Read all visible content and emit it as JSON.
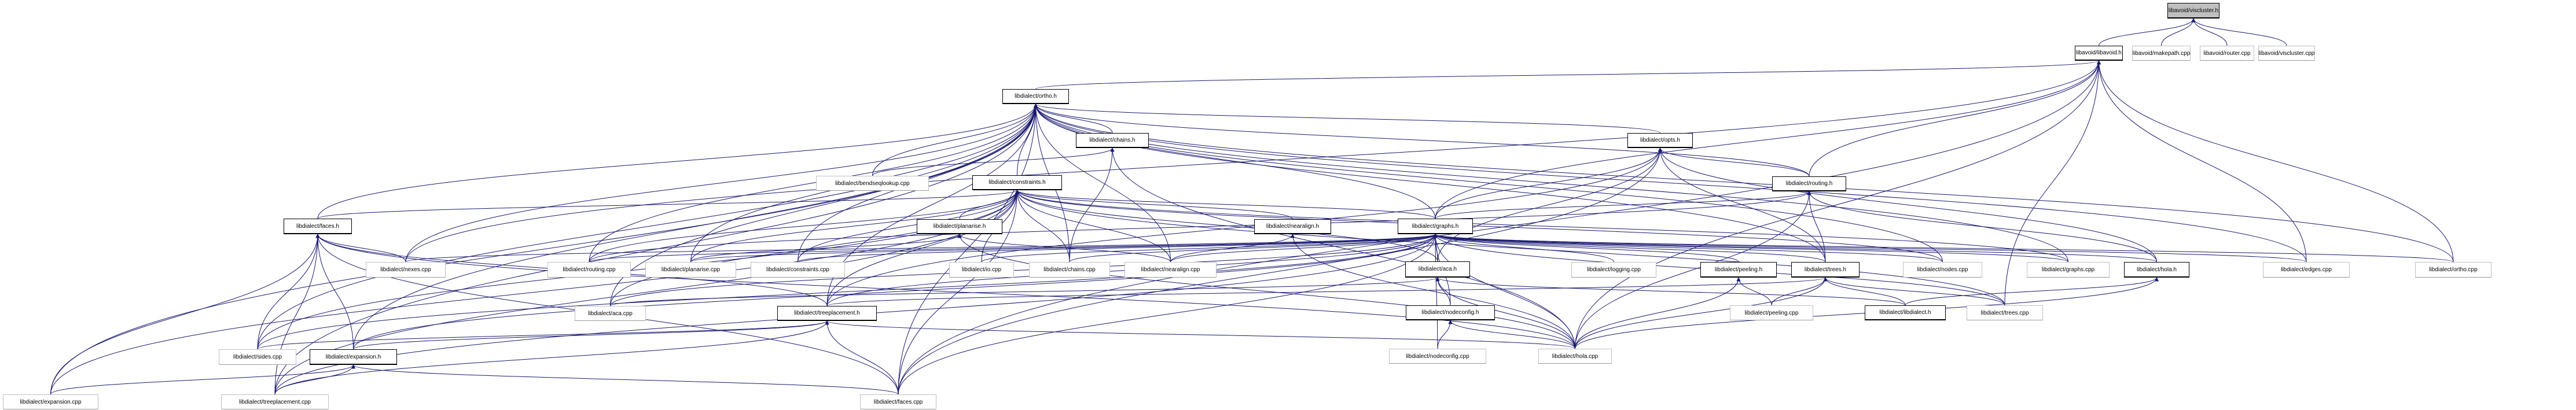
{
  "title": "libavoid/viscluster.h include dependency graph (included by)",
  "colors": {
    "edge": "#191970",
    "root_fill": "#bfbfbf",
    "header_border": "#000000",
    "source_border": "#bfbfbf"
  },
  "nodes": [
    {
      "id": "viscluster_h",
      "label": "libavoid/viscluster.h",
      "kind": "root"
    },
    {
      "id": "libavoid_h",
      "label": "libavoid/libavoid.h",
      "kind": "header"
    },
    {
      "id": "makepath_cpp",
      "label": "libavoid/makepath.cpp",
      "kind": "source"
    },
    {
      "id": "router_cpp",
      "label": "libavoid/router.cpp",
      "kind": "source"
    },
    {
      "id": "viscluster_cpp",
      "label": "libavoid/viscluster.cpp",
      "kind": "source"
    },
    {
      "id": "ortho_h",
      "label": "libdialect/ortho.h",
      "kind": "header"
    },
    {
      "id": "chains_h",
      "label": "libdialect/chains.h",
      "kind": "header"
    },
    {
      "id": "opts_h",
      "label": "libdialect/opts.h",
      "kind": "header"
    },
    {
      "id": "bendseqlookup_cpp",
      "label": "libdialect/bendseqlookup.cpp",
      "kind": "source"
    },
    {
      "id": "constraints_h",
      "label": "libdialect/constraints.h",
      "kind": "header"
    },
    {
      "id": "routing_h",
      "label": "libdialect/routing.h",
      "kind": "header"
    },
    {
      "id": "faces_h",
      "label": "libdialect/faces.h",
      "kind": "header"
    },
    {
      "id": "planarise_h",
      "label": "libdialect/planarise.h",
      "kind": "header"
    },
    {
      "id": "nearalign_h",
      "label": "libdialect/nearalign.h",
      "kind": "header"
    },
    {
      "id": "graphs_h",
      "label": "libdialect/graphs.h",
      "kind": "header"
    },
    {
      "id": "nexes_cpp",
      "label": "libdialect/nexes.cpp",
      "kind": "source"
    },
    {
      "id": "routing_cpp",
      "label": "libdialect/routing.cpp",
      "kind": "source"
    },
    {
      "id": "planarise_cpp",
      "label": "libdialect/planarise.cpp",
      "kind": "source"
    },
    {
      "id": "constraints_cpp",
      "label": "libdialect/constraints.cpp",
      "kind": "source"
    },
    {
      "id": "io_cpp",
      "label": "libdialect/io.cpp",
      "kind": "source"
    },
    {
      "id": "chains_cpp",
      "label": "libdialect/chains.cpp",
      "kind": "source"
    },
    {
      "id": "nearalign_cpp",
      "label": "libdialect/nearalign.cpp",
      "kind": "source"
    },
    {
      "id": "aca_h",
      "label": "libdialect/aca.h",
      "kind": "header"
    },
    {
      "id": "logging_cpp",
      "label": "libdialect/logging.cpp",
      "kind": "source"
    },
    {
      "id": "peeling_h",
      "label": "libdialect/peeling.h",
      "kind": "header"
    },
    {
      "id": "trees_h",
      "label": "libdialect/trees.h",
      "kind": "header"
    },
    {
      "id": "nodes_cpp",
      "label": "libdialect/nodes.cpp",
      "kind": "source"
    },
    {
      "id": "graphs_cpp",
      "label": "libdialect/graphs.cpp",
      "kind": "source"
    },
    {
      "id": "hola_h",
      "label": "libdialect/hola.h",
      "kind": "header"
    },
    {
      "id": "edges_cpp",
      "label": "libdialect/edges.cpp",
      "kind": "source"
    },
    {
      "id": "ortho_cpp",
      "label": "libdialect/ortho.cpp",
      "kind": "source"
    },
    {
      "id": "aca_cpp",
      "label": "libdialect/aca.cpp",
      "kind": "source"
    },
    {
      "id": "treeplacement_h",
      "label": "libdialect/treeplacement.h",
      "kind": "header"
    },
    {
      "id": "nodeconfig_h",
      "label": "libdialect/nodeconfig.h",
      "kind": "header"
    },
    {
      "id": "peeling_cpp",
      "label": "libdialect/peeling.cpp",
      "kind": "source"
    },
    {
      "id": "libdialect_h",
      "label": "libdialect/libdialect.h",
      "kind": "header"
    },
    {
      "id": "trees_cpp",
      "label": "libdialect/trees.cpp",
      "kind": "source"
    },
    {
      "id": "sides_cpp",
      "label": "libdialect/sides.cpp",
      "kind": "source"
    },
    {
      "id": "expansion_h",
      "label": "libdialect/expansion.h",
      "kind": "header"
    },
    {
      "id": "nodeconfig_cpp",
      "label": "libdialect/nodeconfig.cpp",
      "kind": "source"
    },
    {
      "id": "hola_cpp",
      "label": "libdialect/hola.cpp",
      "kind": "source"
    },
    {
      "id": "expansion_cpp",
      "label": "libdialect/expansion.cpp",
      "kind": "source"
    },
    {
      "id": "treeplacement_cpp",
      "label": "libdialect/treeplacement.cpp",
      "kind": "source"
    },
    {
      "id": "faces_cpp",
      "label": "libdialect/faces.cpp",
      "kind": "source"
    }
  ],
  "edges": [
    [
      "libavoid_h",
      "viscluster_h"
    ],
    [
      "makepath_cpp",
      "viscluster_h"
    ],
    [
      "router_cpp",
      "viscluster_h"
    ],
    [
      "viscluster_cpp",
      "viscluster_h"
    ],
    [
      "ortho_h",
      "libavoid_h"
    ],
    [
      "routing_h",
      "libavoid_h"
    ],
    [
      "graphs_h",
      "libavoid_h"
    ],
    [
      "edges_cpp",
      "libavoid_h"
    ],
    [
      "ortho_cpp",
      "libavoid_h"
    ],
    [
      "hola_cpp",
      "libavoid_h"
    ],
    [
      "faces_cpp",
      "libavoid_h"
    ],
    [
      "trees_cpp",
      "libavoid_h"
    ],
    [
      "nexes_cpp",
      "libavoid_h"
    ],
    [
      "chains_h",
      "ortho_h"
    ],
    [
      "opts_h",
      "ortho_h"
    ],
    [
      "constraints_h",
      "ortho_h"
    ],
    [
      "faces_h",
      "ortho_h"
    ],
    [
      "graphs_h",
      "ortho_h"
    ],
    [
      "routing_h",
      "ortho_h"
    ],
    [
      "trees_h",
      "ortho_h"
    ],
    [
      "bendseqlookup_cpp",
      "ortho_h"
    ],
    [
      "chains_cpp",
      "ortho_h"
    ],
    [
      "nearalign_cpp",
      "ortho_h"
    ],
    [
      "constraints_cpp",
      "ortho_h"
    ],
    [
      "planarise_cpp",
      "ortho_h"
    ],
    [
      "routing_cpp",
      "ortho_h"
    ],
    [
      "nexes_cpp",
      "ortho_h"
    ],
    [
      "sides_cpp",
      "ortho_h"
    ],
    [
      "expansion_h",
      "ortho_h"
    ],
    [
      "treeplacement_h",
      "ortho_h"
    ],
    [
      "expansion_cpp",
      "ortho_h"
    ],
    [
      "treeplacement_cpp",
      "ortho_h"
    ],
    [
      "faces_cpp",
      "ortho_h"
    ],
    [
      "nodes_cpp",
      "ortho_h"
    ],
    [
      "graphs_cpp",
      "ortho_h"
    ],
    [
      "ortho_cpp",
      "ortho_h"
    ],
    [
      "edges_cpp",
      "ortho_h"
    ],
    [
      "aca_cpp",
      "ortho_h"
    ],
    [
      "bendseqlookup_cpp",
      "chains_h"
    ],
    [
      "chains_cpp",
      "chains_h"
    ],
    [
      "hola_cpp",
      "chains_h"
    ],
    [
      "graphs_h",
      "opts_h"
    ],
    [
      "routing_h",
      "opts_h"
    ],
    [
      "trees_h",
      "opts_h"
    ],
    [
      "hola_h",
      "opts_h"
    ],
    [
      "faces_cpp",
      "opts_h"
    ],
    [
      "aca_h",
      "opts_h"
    ],
    [
      "treeplacement_h",
      "opts_h"
    ],
    [
      "faces_h",
      "constraints_h"
    ],
    [
      "planarise_h",
      "constraints_h"
    ],
    [
      "nearalign_h",
      "constraints_h"
    ],
    [
      "graphs_h",
      "constraints_h"
    ],
    [
      "routing_cpp",
      "constraints_h"
    ],
    [
      "planarise_cpp",
      "constraints_h"
    ],
    [
      "constraints_cpp",
      "constraints_h"
    ],
    [
      "io_cpp",
      "constraints_h"
    ],
    [
      "chains_cpp",
      "constraints_h"
    ],
    [
      "nearalign_cpp",
      "constraints_h"
    ],
    [
      "aca_h",
      "constraints_h"
    ],
    [
      "graphs_cpp",
      "constraints_h"
    ],
    [
      "nodes_cpp",
      "constraints_h"
    ],
    [
      "treeplacement_h",
      "constraints_h"
    ],
    [
      "sides_cpp",
      "constraints_h"
    ],
    [
      "expansion_cpp",
      "constraints_h"
    ],
    [
      "treeplacement_cpp",
      "constraints_h"
    ],
    [
      "faces_cpp",
      "constraints_h"
    ],
    [
      "trees_cpp",
      "constraints_h"
    ],
    [
      "aca_cpp",
      "constraints_h"
    ],
    [
      "graphs_h",
      "routing_h"
    ],
    [
      "trees_h",
      "routing_h"
    ],
    [
      "hola_h",
      "routing_h"
    ],
    [
      "routing_cpp",
      "routing_h"
    ],
    [
      "hola_cpp",
      "routing_h"
    ],
    [
      "nexes_cpp",
      "faces_h"
    ],
    [
      "sides_cpp",
      "faces_h"
    ],
    [
      "expansion_h",
      "faces_h"
    ],
    [
      "treeplacement_h",
      "faces_h"
    ],
    [
      "expansion_cpp",
      "faces_h"
    ],
    [
      "treeplacement_cpp",
      "faces_h"
    ],
    [
      "faces_cpp",
      "faces_h"
    ],
    [
      "hola_cpp",
      "faces_h"
    ],
    [
      "planarise_cpp",
      "planarise_h"
    ],
    [
      "nearalign_cpp",
      "planarise_h"
    ],
    [
      "hola_cpp",
      "planarise_h"
    ],
    [
      "nearalign_cpp",
      "nearalign_h"
    ],
    [
      "hola_cpp",
      "nearalign_h"
    ],
    [
      "aca_h",
      "graphs_h"
    ],
    [
      "peeling_h",
      "graphs_h"
    ],
    [
      "trees_h",
      "graphs_h"
    ],
    [
      "logging_cpp",
      "graphs_h"
    ],
    [
      "nodes_cpp",
      "graphs_h"
    ],
    [
      "graphs_cpp",
      "graphs_h"
    ],
    [
      "hola_h",
      "graphs_h"
    ],
    [
      "edges_cpp",
      "graphs_h"
    ],
    [
      "ortho_cpp",
      "graphs_h"
    ],
    [
      "io_cpp",
      "graphs_h"
    ],
    [
      "chains_cpp",
      "graphs_h"
    ],
    [
      "nearalign_cpp",
      "graphs_h"
    ],
    [
      "constraints_cpp",
      "graphs_h"
    ],
    [
      "planarise_cpp",
      "graphs_h"
    ],
    [
      "routing_cpp",
      "graphs_h"
    ],
    [
      "nexes_cpp",
      "graphs_h"
    ],
    [
      "aca_cpp",
      "graphs_h"
    ],
    [
      "treeplacement_h",
      "graphs_h"
    ],
    [
      "sides_cpp",
      "graphs_h"
    ],
    [
      "nodeconfig_h",
      "graphs_h"
    ],
    [
      "nodeconfig_cpp",
      "graphs_h"
    ],
    [
      "hola_cpp",
      "graphs_h"
    ],
    [
      "trees_cpp",
      "graphs_h"
    ],
    [
      "faces_cpp",
      "graphs_h"
    ],
    [
      "treeplacement_cpp",
      "graphs_h"
    ],
    [
      "expansion_h",
      "graphs_h"
    ],
    [
      "aca_cpp",
      "aca_h"
    ],
    [
      "nodeconfig_h",
      "aca_h"
    ],
    [
      "hola_cpp",
      "aca_h"
    ],
    [
      "libdialect_h",
      "aca_h"
    ],
    [
      "peeling_cpp",
      "peeling_h"
    ],
    [
      "hola_cpp",
      "peeling_h"
    ],
    [
      "peeling_cpp",
      "trees_h"
    ],
    [
      "trees_cpp",
      "trees_h"
    ],
    [
      "libdialect_h",
      "trees_h"
    ],
    [
      "hola_cpp",
      "trees_h"
    ],
    [
      "treeplacement_h",
      "trees_h"
    ],
    [
      "libdialect_h",
      "hola_h"
    ],
    [
      "hola_cpp",
      "hola_h"
    ],
    [
      "sides_cpp",
      "treeplacement_h"
    ],
    [
      "expansion_h",
      "treeplacement_h"
    ],
    [
      "treeplacement_cpp",
      "treeplacement_h"
    ],
    [
      "faces_cpp",
      "treeplacement_h"
    ],
    [
      "hola_cpp",
      "treeplacement_h"
    ],
    [
      "nodeconfig_cpp",
      "nodeconfig_h"
    ],
    [
      "hola_cpp",
      "nodeconfig_h"
    ],
    [
      "expansion_cpp",
      "expansion_h"
    ],
    [
      "treeplacement_cpp",
      "expansion_h"
    ],
    [
      "faces_cpp",
      "expansion_h"
    ]
  ]
}
